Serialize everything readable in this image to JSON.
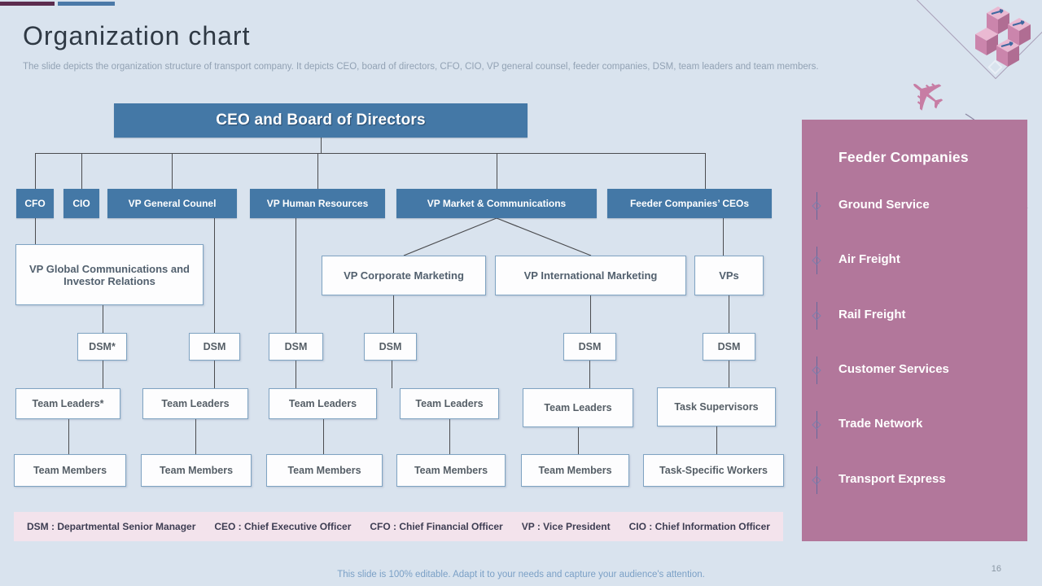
{
  "slide": {
    "title": "Organization chart",
    "subtitle": "The slide depicts the organization structure of transport company. It depicts CEO, board of directors, CFO, CIO, VP general counsel, feeder companies, DSM, team leaders and team members.",
    "footer": "This slide is 100% editable. Adapt it to your needs and capture your audience's attention.",
    "page_number": "16"
  },
  "org_chart": {
    "root": "CEO and Board of Directors",
    "level2": [
      "CFO",
      "CIO",
      "VP General Counel",
      "VP Human Resources",
      "VP Market & Communications",
      "Feeder Companies’ CEOs"
    ],
    "level3": [
      "VP Global Communications and Investor  Relations",
      "VP Corporate  Marketing",
      "VP International Marketing",
      "VPs"
    ],
    "dsm_row": [
      "DSM*",
      "DSM",
      "DSM",
      "DSM",
      "DSM",
      "DSM"
    ],
    "leader_row": [
      "Team Leaders*",
      "Team Leaders",
      "Team Leaders",
      "Team Leaders",
      "Team Leaders",
      "Task  Supervisors"
    ],
    "member_row": [
      "Team Members",
      "Team Members",
      "Team Members",
      "Team Members",
      "Team Members",
      "Task-Specific  Workers"
    ]
  },
  "feeder_panel": {
    "title": "Feeder Companies",
    "items": [
      "Ground Service",
      "Air Freight",
      "Rail Freight",
      "Customer Services",
      "Trade Network",
      "Transport Express"
    ]
  },
  "legend": {
    "items": [
      "DSM : Departmental Senior Manager",
      "CEO : Chief Executive Officer",
      "CFO : Chief Financial  Officer",
      "VP : Vice President",
      "CIO : Chief Information  Officer"
    ]
  },
  "colors": {
    "background": "#d9e3ee",
    "box_blue": "#4478a6",
    "panel_mauve": "#b2779b",
    "legend_pink": "#f3e3ec",
    "accent_maroon": "#5c2c4e",
    "connector": "#4b4c4f"
  },
  "icons": {
    "plane_icon": "✈",
    "cubes_icon": "isometric shipping boxes",
    "diamond_icon": "rotated square outline",
    "bullet_icon": "diamond on stem"
  }
}
